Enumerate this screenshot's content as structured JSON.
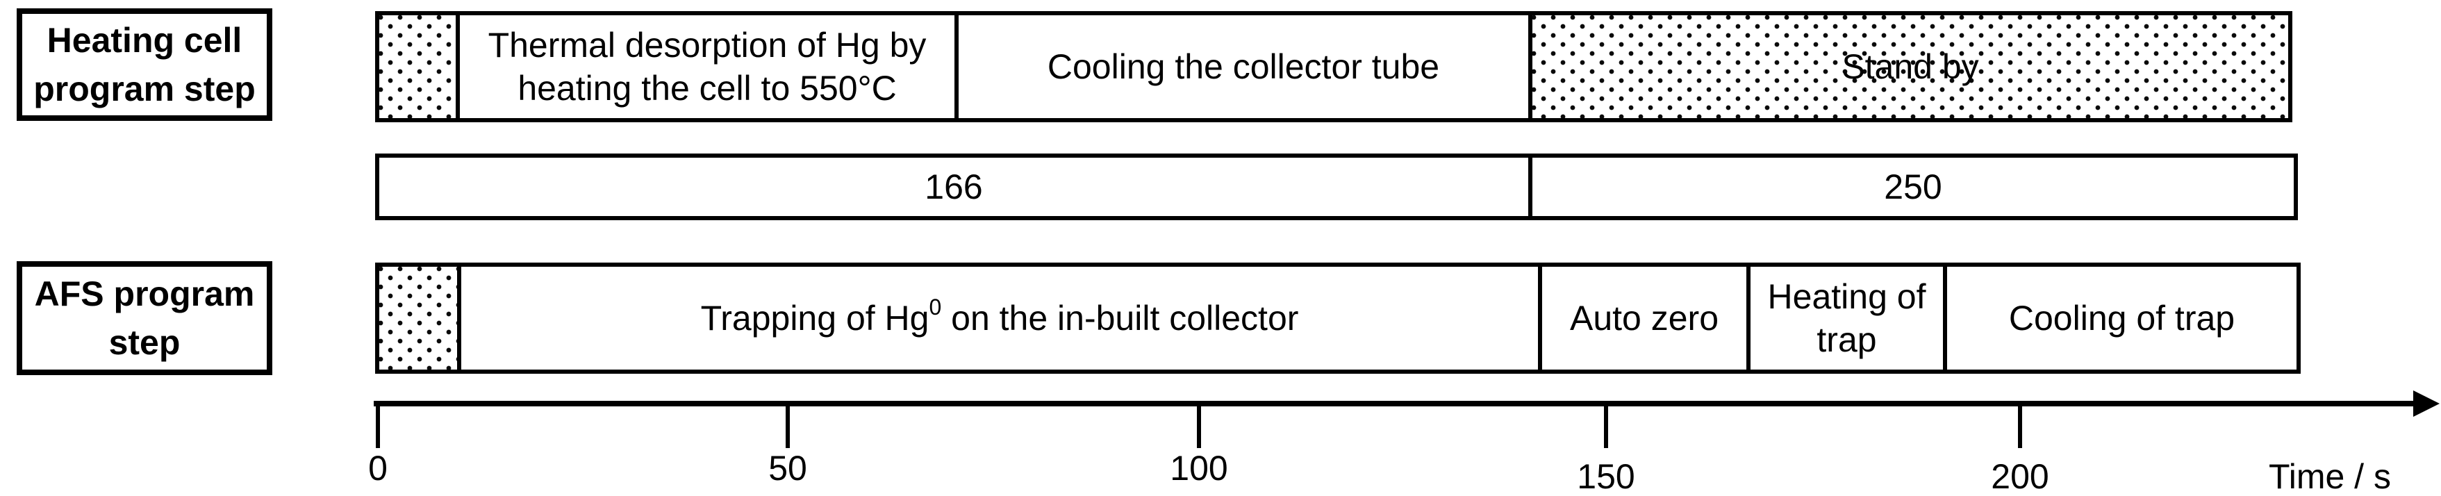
{
  "figure": {
    "heating_row": {
      "label": "Heating cell program step",
      "segments": {
        "warmup": "",
        "thermal_desorption": "Thermal desorption of Hg by heating the cell to 550°C",
        "cooling_collector": "Cooling the collector tube",
        "stand_by": "Stand by"
      }
    },
    "duration_row": {
      "cell_1": "166",
      "cell_2": "250"
    },
    "afs_row": {
      "label": "AFS program step",
      "segments": {
        "warmup": "",
        "trapping_prefix": "Trapping of Hg",
        "trapping_sup": "0",
        "trapping_suffix": " on the in-built collector",
        "auto_zero": "Auto zero",
        "heating_trap": "Heating of trap",
        "cooling_trap": "Cooling of trap"
      }
    },
    "axis": {
      "ticks": [
        "0",
        "50",
        "100",
        "150",
        "200"
      ],
      "label": "Time / s"
    }
  }
}
